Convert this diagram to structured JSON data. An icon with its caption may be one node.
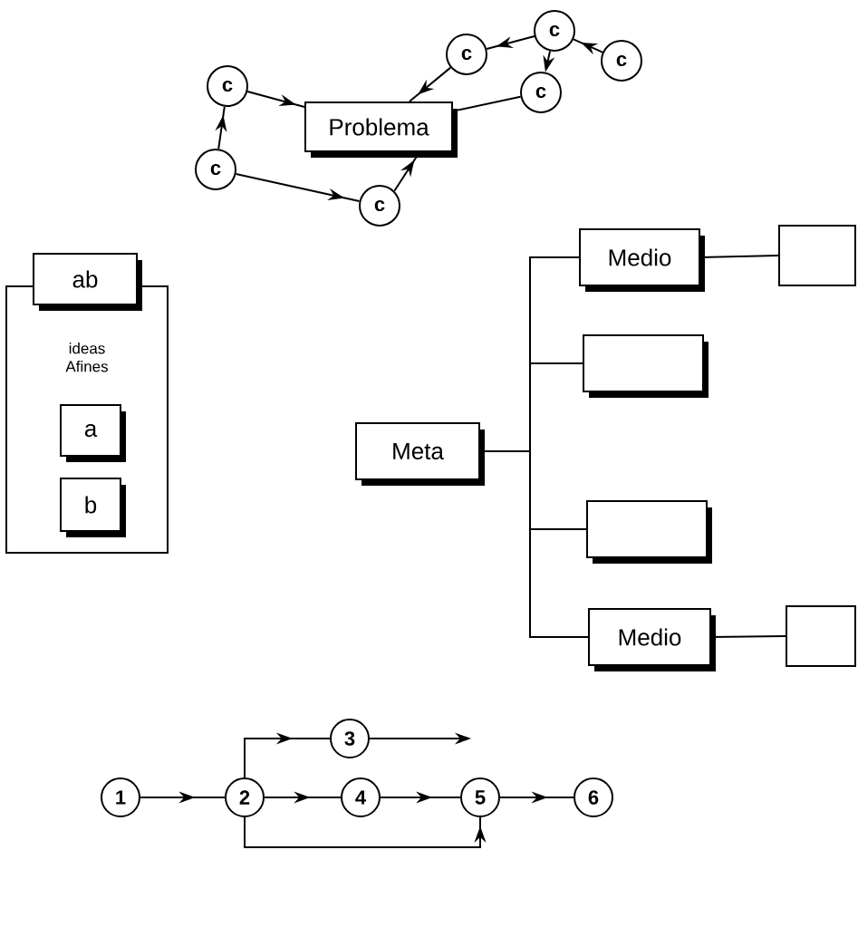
{
  "diagram": {
    "nodes": [
      {
        "text": [
          "c"
        ]
      },
      {
        "text": [
          "c"
        ]
      },
      {
        "text": [
          "Problema"
        ]
      },
      {
        "text": [
          "c"
        ]
      },
      {
        "text": [
          "c"
        ]
      },
      {
        "text": [
          "c"
        ]
      },
      {
        "text": [
          "c"
        ]
      },
      {
        "text": [
          "c"
        ]
      },
      {
        "text": [
          "ab"
        ]
      },
      {
        "text": [
          "ideas Afines"
        ]
      },
      {
        "text": [
          "a"
        ],
        "in": 9
      },
      {
        "text": [
          "b"
        ],
        "in": 9
      },
      {
        "text": [
          "Medio"
        ]
      },
      {
        "text": [],
        "shape": "box"
      },
      {
        "text": [],
        "shape": "box"
      },
      {
        "text": [
          "Meta"
        ]
      },
      {
        "text": [],
        "shape": "box"
      },
      {
        "text": [
          "Medio"
        ]
      },
      {
        "text": [],
        "shape": "box"
      },
      {
        "text": [
          "3"
        ]
      },
      {
        "text": [
          "1"
        ]
      },
      {
        "text": [
          "2"
        ]
      },
      {
        "text": [
          "4"
        ]
      },
      {
        "text": [
          "5"
        ]
      },
      {
        "text": [
          "6"
        ]
      }
    ],
    "edges": [
      {
        "from": 1,
        "to": 0,
        "arrow": "to"
      },
      {
        "from": 0,
        "to": 2,
        "arrow": "to"
      },
      {
        "from": 1,
        "to": 3,
        "arrow": "to"
      },
      {
        "from": 3,
        "to": 2,
        "arrow": "to"
      },
      {
        "from": 4,
        "to": 2,
        "arrow": "to"
      },
      {
        "from": 5,
        "to": 4,
        "arrow": "to"
      },
      {
        "from": 7,
        "to": 5,
        "arrow": "to"
      },
      {
        "from": 5,
        "to": 6,
        "arrow": "to"
      },
      {
        "from": 6,
        "to": 2,
        "arrow": "none"
      },
      {
        "from": 15,
        "to": 12,
        "arrow": "none"
      },
      {
        "from": 15,
        "to": 14,
        "arrow": "none"
      },
      {
        "from": 15,
        "to": 16,
        "arrow": "none"
      },
      {
        "from": 15,
        "to": 17,
        "arrow": "none"
      },
      {
        "from": 12,
        "to": 13,
        "arrow": "none"
      },
      {
        "from": 17,
        "to": 18,
        "arrow": "none"
      },
      {
        "from": 20,
        "to": 21,
        "arrow": "to"
      },
      {
        "from": 21,
        "to": 19,
        "arrow": "to"
      },
      {
        "from": 19,
        "to": null,
        "arrow": "to"
      },
      {
        "from": 21,
        "to": 22,
        "arrow": "to"
      },
      {
        "from": 22,
        "to": 23,
        "arrow": "to"
      },
      {
        "from": 23,
        "to": 24,
        "arrow": "to"
      },
      {
        "from": 21,
        "to": 23,
        "arrow": "to"
      }
    ]
  }
}
